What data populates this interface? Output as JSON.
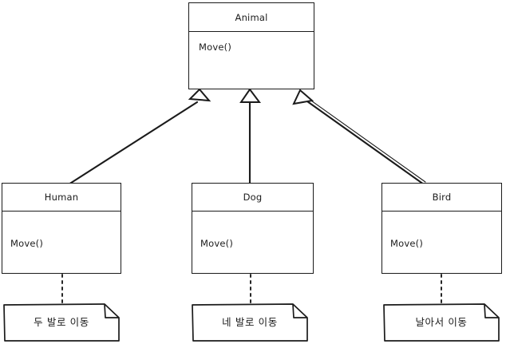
{
  "diagram": {
    "kind": "uml-class-diagram",
    "background_color": "#ffffff",
    "line_color": "#1b1b1b",
    "text_color": "#1b1b1b"
  },
  "classes": {
    "animal": {
      "name": "Animal",
      "method": "Move()"
    },
    "human": {
      "name": "Human",
      "method": "Move()"
    },
    "dog": {
      "name": "Dog",
      "method": "Move()"
    },
    "bird": {
      "name": "Bird",
      "method": "Move()"
    }
  },
  "notes": {
    "human_note": "두 발로 이동",
    "dog_note": "네 발로 이동",
    "bird_note": "날아서 이동"
  },
  "relationships": [
    {
      "type": "generalization",
      "from": "Human",
      "to": "Animal",
      "arrow": "hollow-triangle"
    },
    {
      "type": "generalization",
      "from": "Dog",
      "to": "Animal",
      "arrow": "hollow-triangle"
    },
    {
      "type": "generalization",
      "from": "Bird",
      "to": "Animal",
      "arrow": "hollow-triangle"
    },
    {
      "type": "note-link",
      "from": "Human",
      "to": "두 발로 이동",
      "stroke": "dotted"
    },
    {
      "type": "note-link",
      "from": "Dog",
      "to": "네 발로 이동",
      "stroke": "dotted"
    },
    {
      "type": "note-link",
      "from": "Bird",
      "to": "날아서 이동",
      "stroke": "dotted"
    }
  ]
}
